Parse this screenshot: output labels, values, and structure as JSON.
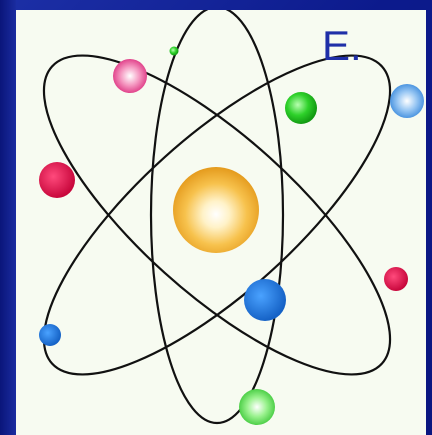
{
  "panel": {
    "label": "E."
  },
  "colors": {
    "background": "#0c1a8c",
    "panel": "#f7fbf1",
    "orbit": "#111111",
    "nucleus": "#f5b63a",
    "label": "#1f2fa8"
  },
  "electrons": [
    {
      "name": "electron-green-small",
      "color": "#39d12e"
    },
    {
      "name": "electron-pink-upper",
      "color": "#e8287f"
    },
    {
      "name": "electron-green-upper",
      "color": "#19c81f"
    },
    {
      "name": "electron-blue-upper-right",
      "color": "#2a8de6"
    },
    {
      "name": "electron-red-left",
      "color": "#e0144f"
    },
    {
      "name": "electron-blue-center",
      "color": "#1d73d6"
    },
    {
      "name": "electron-red-right",
      "color": "#e0144f"
    },
    {
      "name": "electron-blue-lower-left",
      "color": "#1d8ae0"
    },
    {
      "name": "electron-green-bottom",
      "color": "#2fd12a"
    }
  ]
}
